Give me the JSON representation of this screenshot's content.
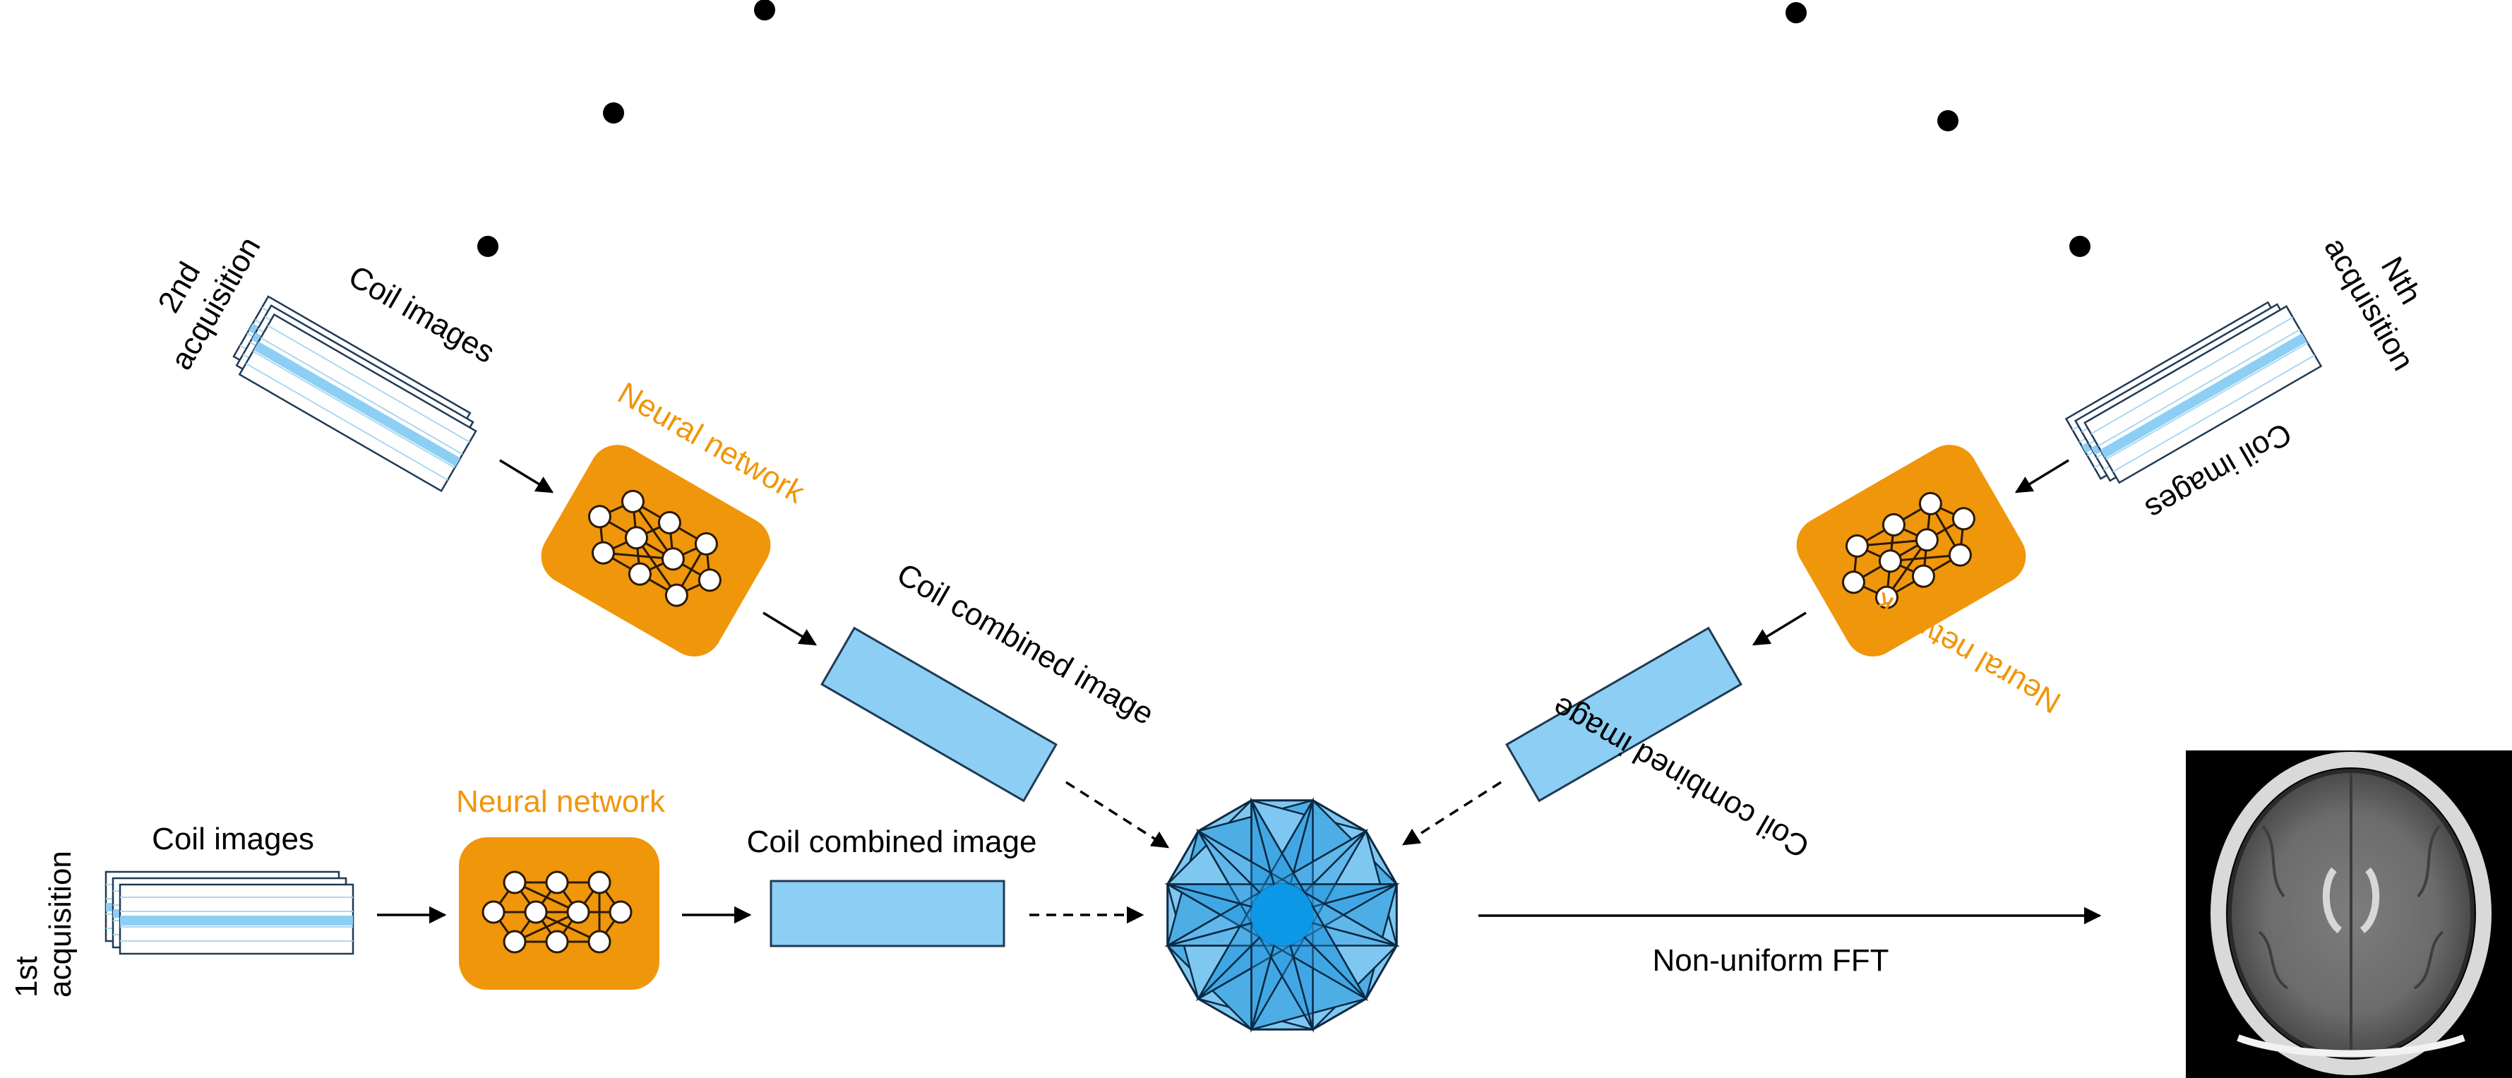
{
  "colors": {
    "nn_box": "#F0960A",
    "coil_fill": "#8DCFF4",
    "coil_line": "#A9D8F0",
    "kspace_light": "#7EC7F0",
    "kspace_mid": "#4DAEE6",
    "kspace_dark": "#2A9BE0",
    "kspace_center": "#0C98E6",
    "arrow": "#000000"
  },
  "acquisitions": {
    "first": {
      "label_line1": "1st",
      "label_line2": "acquisition",
      "coil_images": "Coil images",
      "neural_network": "Neural network",
      "coil_combined": "Coil combined image"
    },
    "second": {
      "label_line1": "2nd",
      "label_line2": "acquisition",
      "coil_images": "Coil images",
      "neural_network": "Neural network",
      "coil_combined": "Coil combined image"
    },
    "nth": {
      "label_line1": "Nth",
      "label_line2": "acquisition",
      "coil_images": "Coil images",
      "neural_network": "Neural network",
      "coil_combined": "Coil combined image"
    }
  },
  "fft_label": "Non-uniform FFT",
  "icons": {
    "neural_network": "neural-network-icon",
    "kspace": "radial-kspace-icon",
    "mri": "brain-mri-image"
  }
}
